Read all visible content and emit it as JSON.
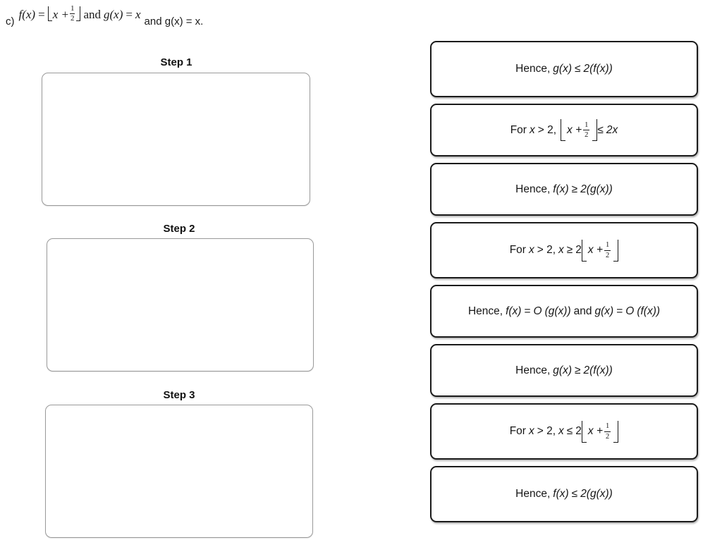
{
  "question": {
    "label": "c)",
    "math_prefix": "f(x)",
    "equals": "=",
    "floor_expr": "x +",
    "fraction_num": "1",
    "fraction_den": "2",
    "conj": "and",
    "g_of_x": "g(x)",
    "equals2": "=",
    "x_var": "x",
    "tail": "and g(x) = x."
  },
  "steps": [
    {
      "label": "Step 1",
      "content": ""
    },
    {
      "label": "Step 2",
      "content": ""
    },
    {
      "label": "Step 3",
      "content": ""
    }
  ],
  "options": [
    {
      "id": "option-1",
      "kind": "plain",
      "text": "Hence, g(x) ≤ 2(f(x))",
      "parts": {
        "lead": "Hence,",
        "fn": "g(x)",
        "rel": "≤",
        "rhs": "2(f(x))"
      }
    },
    {
      "id": "option-2",
      "kind": "floor-fraction",
      "text": "For x > 2, ⌊x + 1/2⌋ ≤ 2x",
      "parts": {
        "lead": "For",
        "var": "x",
        "gt": "> 2,",
        "inner": "x +",
        "num": "1",
        "den": "2",
        "rel": "≤",
        "rhs": "2x"
      }
    },
    {
      "id": "option-3",
      "kind": "plain",
      "text": "Hence, f(x) ≥ 2(g(x))",
      "parts": {
        "lead": "Hence,",
        "fn": "f(x)",
        "rel": "≥",
        "rhs": "2(g(x))"
      }
    },
    {
      "id": "option-4",
      "kind": "lhs-floor",
      "text": "For x > 2, x ≥ 2⌊x + 1/2⌋",
      "parts": {
        "lead": "For",
        "var": "x",
        "gt": "> 2,",
        "lhs": "x",
        "rel": "≥",
        "coef": "2",
        "inner": "x +",
        "num": "1",
        "den": "2"
      }
    },
    {
      "id": "option-5",
      "kind": "plain",
      "text": "Hence, f(x) = O (g(x)) and g(x) = O (f(x))",
      "parts": {
        "lead": "Hence,",
        "fn": "f(x)",
        "rel": "=",
        "big": "O",
        "arg": "(g(x))",
        "conj": "and",
        "fn2": "g(x)",
        "rel2": "=",
        "big2": "O",
        "arg2": "(f(x))"
      }
    },
    {
      "id": "option-6",
      "kind": "plain",
      "text": "Hence, g(x) ≥ 2(f(x))",
      "parts": {
        "lead": "Hence,",
        "fn": "g(x)",
        "rel": "≥",
        "rhs": "2(f(x))"
      }
    },
    {
      "id": "option-7",
      "kind": "lhs-floor",
      "text": "For x > 2, x ≤ 2⌊x + 1/2⌋",
      "parts": {
        "lead": "For",
        "var": "x",
        "gt": "> 2,",
        "lhs": "x",
        "rel": "≤",
        "coef": "2",
        "inner": "x +",
        "num": "1",
        "den": "2"
      }
    },
    {
      "id": "option-8",
      "kind": "plain",
      "text": "Hence, f(x) ≤ 2(g(x))",
      "parts": {
        "lead": "Hence,",
        "fn": "f(x)",
        "rel": "≤",
        "rhs": "2(g(x))"
      }
    }
  ],
  "colors": {
    "card_border": "#1b1b1b",
    "dropzone_border": "#9a9a9a",
    "text": "#161616",
    "background": "#ffffff"
  }
}
